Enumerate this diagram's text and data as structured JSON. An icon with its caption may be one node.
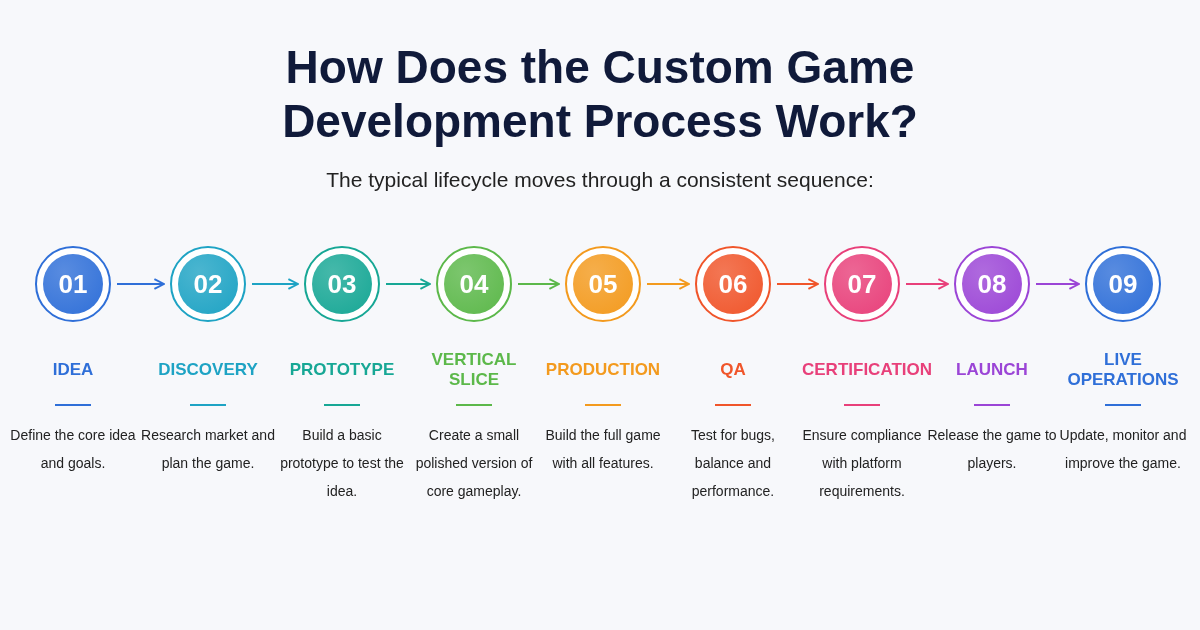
{
  "diagram": {
    "title": "How Does the Custom Game Development Process Work?",
    "nodes": [
      {
        "text": [
          "01"
        ],
        "beside": [
          "IDEA",
          "Define the core idea and goals."
        ]
      },
      {
        "text": [
          "02"
        ],
        "beside": [
          "DISCOVERY",
          "Research market and plan the game."
        ]
      },
      {
        "text": [
          "03"
        ],
        "beside": [
          "PROTOTYPE",
          "Build a basic prototype to test the idea."
        ]
      },
      {
        "text": [
          "04"
        ],
        "beside": [
          "VERTICAL SLICE",
          "Create a small polished version of core gameplay."
        ]
      },
      {
        "text": [
          "05"
        ],
        "beside": [
          "PRODUCTION",
          "Build the full game with all features."
        ]
      },
      {
        "text": [
          "06"
        ],
        "beside": [
          "QA",
          "Test for bugs, balance and performance."
        ]
      },
      {
        "text": [
          "07"
        ],
        "beside": [
          "CERTIFICATION",
          "Ensure compliance with platform requirements."
        ]
      },
      {
        "text": [
          "08"
        ],
        "beside": [
          "LAUNCH",
          "Release the game to players."
        ]
      },
      {
        "text": [
          "09"
        ],
        "beside": [
          "LIVE OPERATIONS",
          "Update, monitor and improve the game."
        ]
      }
    ],
    "edges": [
      {
        "from": 0,
        "to": 1,
        "arrow": "to",
        "color": "#2f6fd8"
      },
      {
        "from": 1,
        "to": 2,
        "arrow": "to",
        "color": "#1ea3c4"
      },
      {
        "from": 2,
        "to": 3,
        "arrow": "to",
        "color": "#17a795"
      },
      {
        "from": 3,
        "to": 4,
        "arrow": "to",
        "color": "#5cb84a"
      },
      {
        "from": 4,
        "to": 5,
        "arrow": "to",
        "color": "#f39a1e"
      },
      {
        "from": 5,
        "to": 6,
        "arrow": "to",
        "color": "#f0552a"
      },
      {
        "from": 6,
        "to": 7,
        "arrow": "to",
        "color": "#e8407a"
      },
      {
        "from": 7,
        "to": 8,
        "arrow": "to",
        "color": "#9b45d6"
      }
    ],
    "labels": [
      "The typical lifecycle moves through a consistent sequence:"
    ]
  }
}
